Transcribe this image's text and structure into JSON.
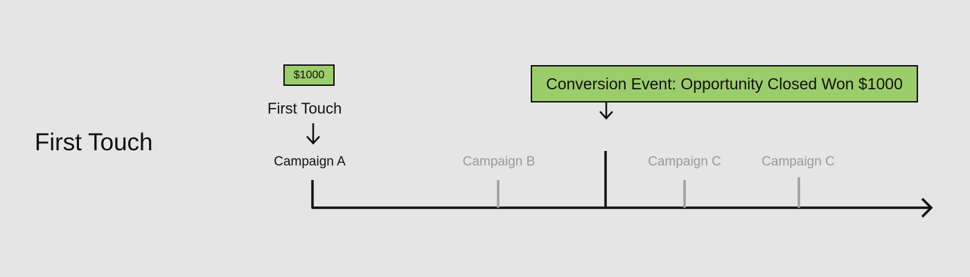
{
  "model_title": "First Touch",
  "value_badge": "$1000",
  "touch_label": "First Touch",
  "conversion_event": "Conversion Event: Opportunity Closed Won $1000",
  "campaigns": [
    {
      "label": "Campaign A",
      "credited": true
    },
    {
      "label": "Campaign B",
      "credited": false
    },
    {
      "label": "Campaign C",
      "credited": false
    },
    {
      "label": "Campaign C",
      "credited": false
    }
  ],
  "colors": {
    "background": "#e5e5e5",
    "highlight": "#9ccd6b",
    "credited": "#111111",
    "not_credited": "#9a9a9a"
  }
}
